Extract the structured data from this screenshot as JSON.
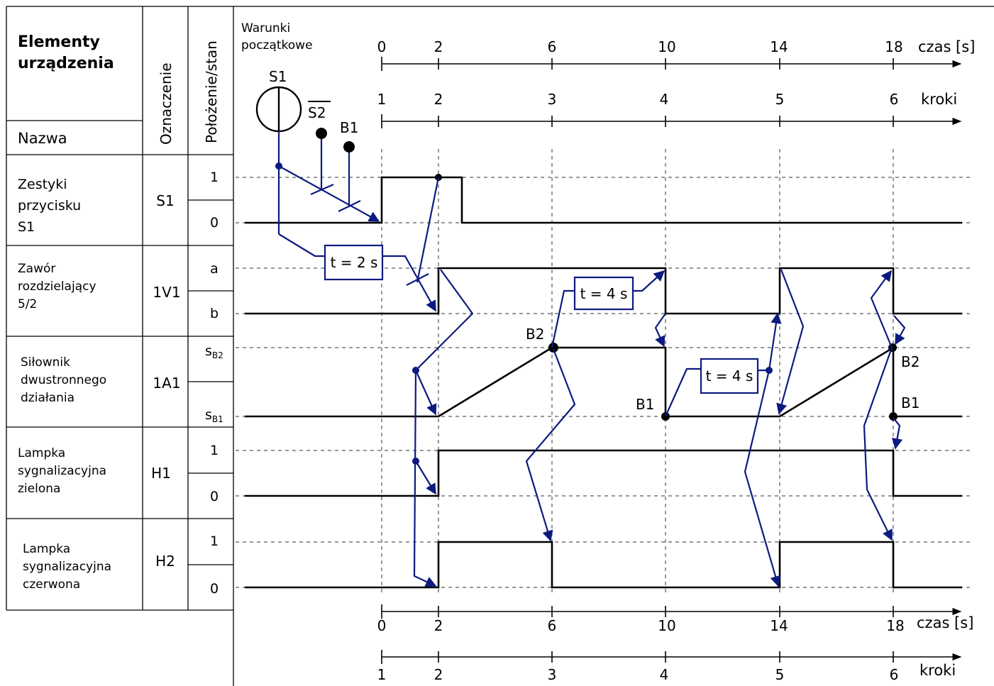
{
  "table": {
    "header_title_line1": "Elementy",
    "header_title_line2": "urządzenia",
    "header_name": "Nazwa",
    "header_oznaczenie": "Oznaczenie",
    "header_polozenie": "Położenie/stan",
    "rows": [
      {
        "name_lines": [
          "Zestyki",
          "przycisku",
          "S1"
        ],
        "code": "S1",
        "states": [
          "1",
          "0"
        ]
      },
      {
        "name_lines": [
          "Zawór",
          "rozdzielający",
          "5/2"
        ],
        "code": "1V1",
        "states": [
          "a",
          "b"
        ]
      },
      {
        "name_lines": [
          "Siłownik",
          "dwustronnego",
          "działania"
        ],
        "code": "1A1",
        "states": [
          "sB2",
          "sB1"
        ]
      },
      {
        "name_lines": [
          "Lampka",
          "sygnalizacyjna",
          "zielona"
        ],
        "code": "H1",
        "states": [
          "1",
          "0"
        ]
      },
      {
        "name_lines": [
          "Lampka",
          "sygnalizacyjna",
          "czerwona"
        ],
        "code": "H2",
        "states": [
          "1",
          "0"
        ]
      }
    ]
  },
  "initial_conditions": {
    "label_line1": "Warunki",
    "label_line2": "początkowe",
    "s1": "S1",
    "s2": "S2",
    "b1": "B1"
  },
  "axes": {
    "time_label": "czas [s]",
    "steps_label": "kroki",
    "time_ticks": [
      "0",
      "2",
      "6",
      "10",
      "14",
      "18"
    ],
    "step_ticks": [
      "1",
      "2",
      "3",
      "4",
      "5",
      "6"
    ]
  },
  "timers": {
    "t1": "t = 2 s",
    "t2": "t = 4 s",
    "t3": "t = 4 s"
  },
  "sensor_labels": {
    "b2_a": "B2",
    "b1_a": "B1",
    "b2_b": "B2",
    "b1_b": "B1"
  },
  "colors": {
    "signal": "#000000",
    "flow_arrows": "#0d1a80"
  },
  "diagram": {
    "signals": {
      "S1": [
        [
          0,
          0
        ],
        [
          0,
          1
        ],
        [
          2.8,
          1
        ],
        [
          2.8,
          0
        ],
        [
          20.5,
          0
        ]
      ],
      "1V1": [
        [
          2,
          "b"
        ],
        [
          2,
          "a"
        ],
        [
          10,
          "a"
        ],
        [
          10,
          "b"
        ],
        [
          14,
          "b"
        ],
        [
          14,
          "a"
        ],
        [
          18,
          "a"
        ],
        [
          18,
          "b"
        ],
        [
          20.5,
          "b"
        ]
      ],
      "1A1": [
        [
          2,
          "sB1"
        ],
        [
          6,
          "sB2"
        ],
        [
          10,
          "sB2"
        ],
        [
          10,
          "sB1"
        ],
        [
          14,
          "sB1"
        ],
        [
          18,
          "sB2"
        ],
        [
          18,
          "sB1"
        ],
        [
          20.5,
          "sB1"
        ]
      ],
      "H1": [
        [
          2,
          0
        ],
        [
          2,
          1
        ],
        [
          18,
          1
        ],
        [
          18,
          0
        ],
        [
          20.5,
          0
        ]
      ],
      "H2": [
        [
          2,
          0
        ],
        [
          2,
          1
        ],
        [
          6,
          1
        ],
        [
          6,
          0
        ],
        [
          14,
          0
        ],
        [
          14,
          1
        ],
        [
          18,
          1
        ],
        [
          18,
          0
        ],
        [
          20.5,
          0
        ]
      ]
    }
  }
}
